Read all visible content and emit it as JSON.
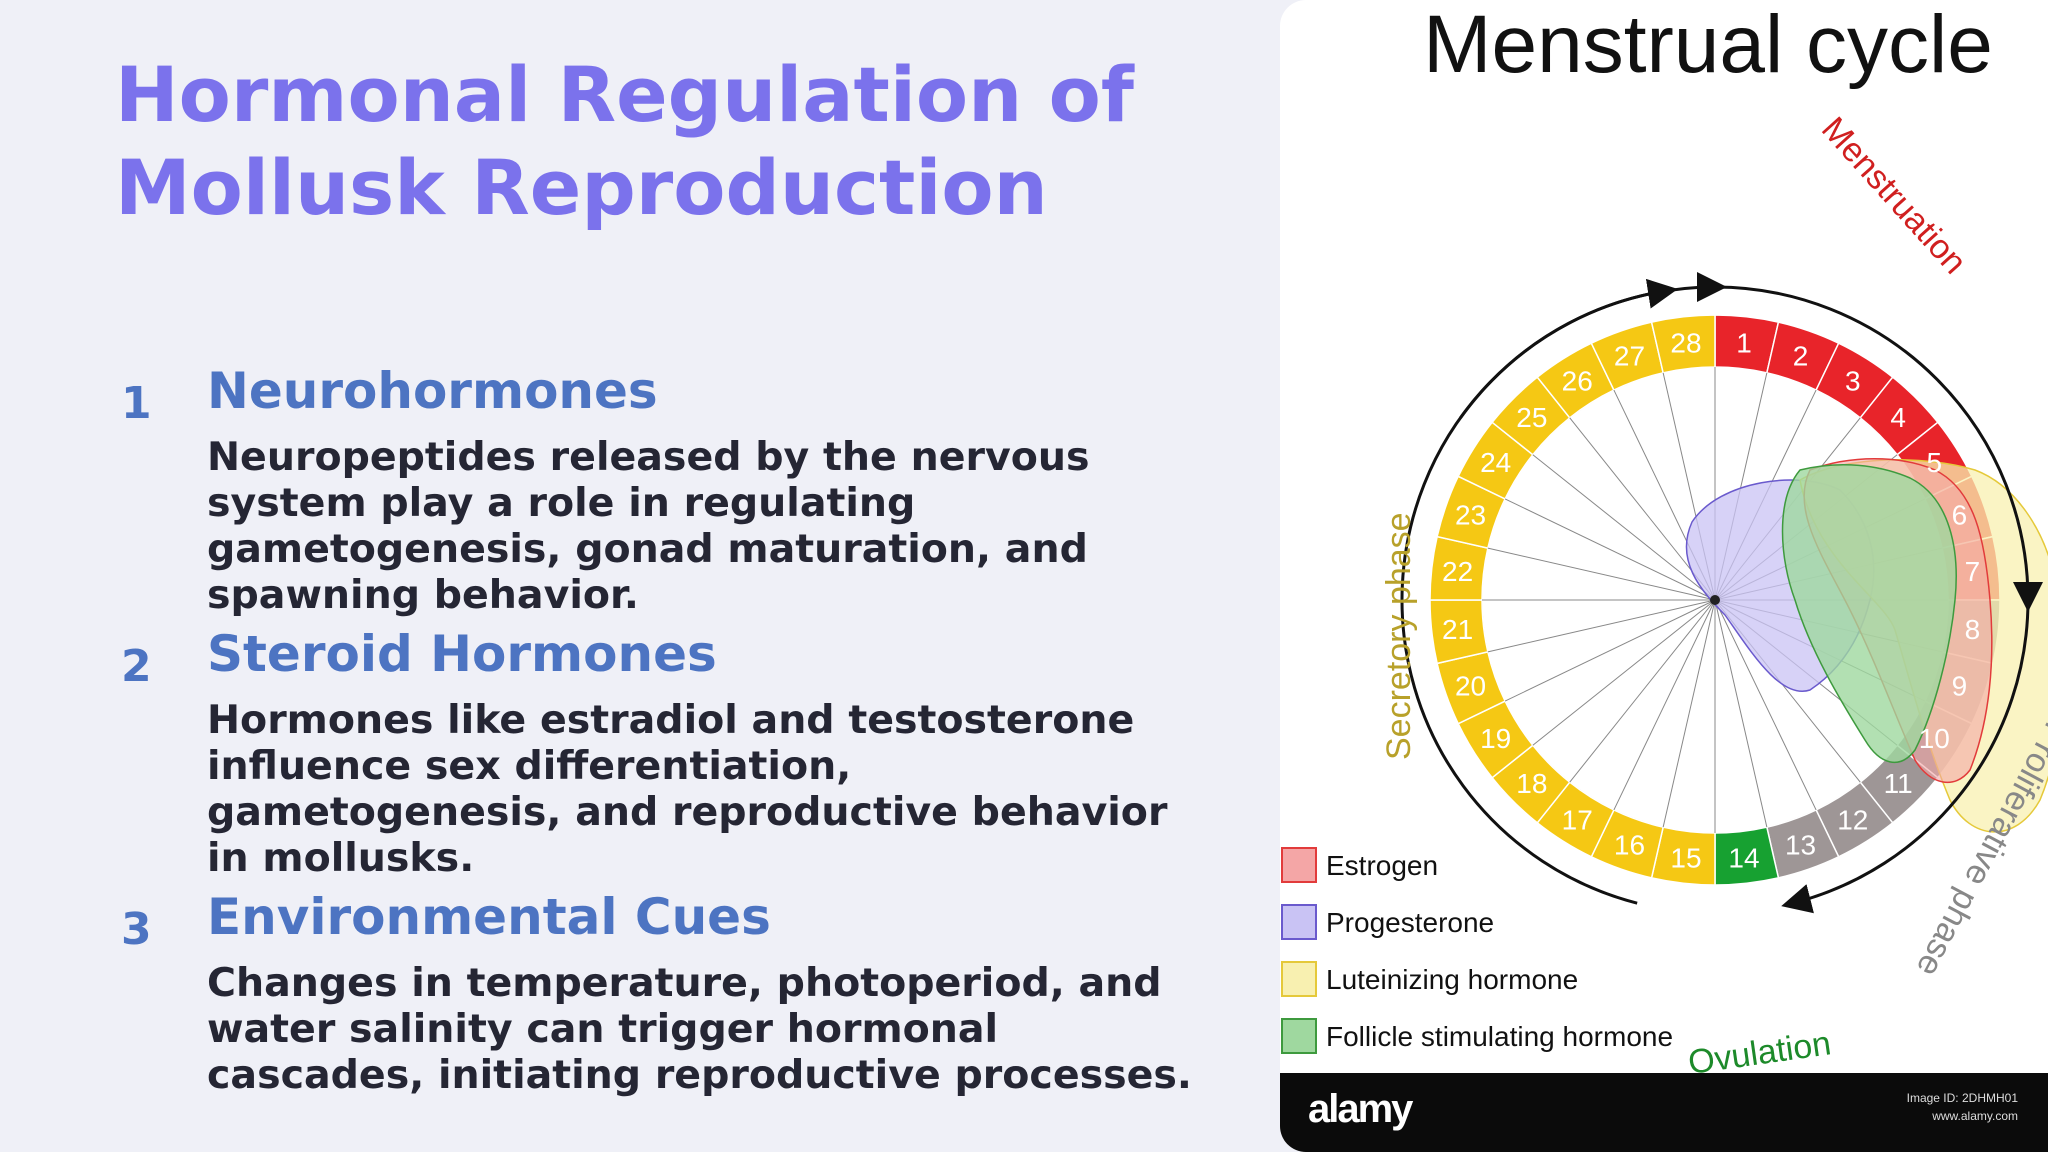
{
  "slide": {
    "title": "Hormonal Regulation of Mollusk Reproduction",
    "items": [
      {
        "number": "1",
        "heading": "Neurohormones",
        "body": "Neuropeptides released by the nervous system play a role in regulating gametogenesis, gonad maturation, and spawning behavior."
      },
      {
        "number": "2",
        "heading": "Steroid Hormones",
        "body": "Hormones like estradiol and testosterone influence sex differentiation, gametogenesis, and reproductive behavior in mollusks."
      },
      {
        "number": "3",
        "heading": "Environmental Cues",
        "body": "Changes in temperature, photoperiod, and water salinity can trigger hormonal cascades, initiating reproductive processes."
      }
    ]
  },
  "diagram": {
    "title": "Menstrual cycle",
    "phase_labels": {
      "menstruation": "Menstruation",
      "proliferative": "Proliferative phase",
      "secretory": "Secretory phase",
      "ovulation": "Ovulation"
    },
    "days": [
      "1",
      "2",
      "3",
      "4",
      "5",
      "6",
      "7",
      "8",
      "9",
      "10",
      "11",
      "12",
      "13",
      "14",
      "15",
      "16",
      "17",
      "18",
      "19",
      "20",
      "21",
      "22",
      "23",
      "24",
      "25",
      "26",
      "27",
      "28"
    ],
    "legend": [
      {
        "label": "Estrogen",
        "color": "#f4a6a6",
        "border": "#e23b3b"
      },
      {
        "label": "Progesterone",
        "color": "#c9c3f4",
        "border": "#6a5acd"
      },
      {
        "label": "Luteinizing hormone",
        "color": "#f8f0b0",
        "border": "#e5c93a"
      },
      {
        "label": "Follicle stimulating hormone",
        "color": "#9fd89f",
        "border": "#3e9a3e"
      }
    ],
    "colors": {
      "menstruation": "#e8242a",
      "proliferative": "#9e9696",
      "ovulation": "#17a131",
      "secretory": "#f5c814",
      "secretory_text": "#b8a12a"
    },
    "footer": {
      "logo": "alamy",
      "image_id": "Image ID: 2DHMH01",
      "url": "www.alamy.com"
    }
  }
}
